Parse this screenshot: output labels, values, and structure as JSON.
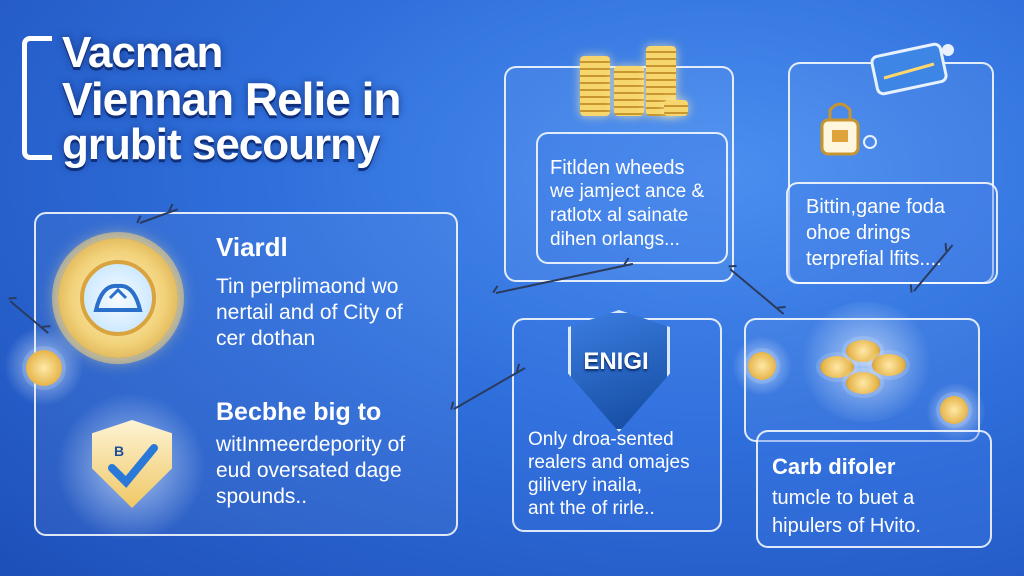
{
  "title": {
    "line1": "Vacman",
    "line2": "Viennan Relie  in",
    "line3": "grubit secourny"
  },
  "left_panel": {
    "section1": {
      "heading": "Viardl",
      "lines": [
        "Tin perplimaond wo",
        "nertail and of City of",
        "cer dothan"
      ]
    },
    "section2": {
      "heading": "Becbhe big  to",
      "lines": [
        "witInmeerdepority of",
        "eud oversated dage",
        "spounds.."
      ]
    }
  },
  "top_middle_card": {
    "lines": [
      "Fitlden wheeds",
      "we jamject ance &",
      "ratlotx al sainate",
      "dihen orlangs..."
    ]
  },
  "top_right_card": {
    "lines": [
      "Bittin,gane foda",
      "ohoe drings",
      "terprefial lfits...."
    ]
  },
  "middle_card": {
    "shield_label": "ENIGI",
    "lines": [
      "Only droa-sented",
      "realers and omajes",
      "gilivery inaila,",
      "ant the of rirle.."
    ]
  },
  "bottom_right_card": {
    "heading": "Carb difoler",
    "lines": [
      "tumcle to buet a",
      "hipulers of Hvito."
    ]
  },
  "icons": {
    "coin_stack": "coin-stack-icon",
    "wallet": "wallet-icon",
    "padlock": "padlock-icon",
    "badge": "gear-badge-icon",
    "shield_check": "shield-check-icon",
    "shield": "shield-icon",
    "coins": "coins-icon"
  },
  "colors": {
    "background": "#2f6fdc",
    "text": "#ffffff",
    "gold": "#e6b54a"
  }
}
